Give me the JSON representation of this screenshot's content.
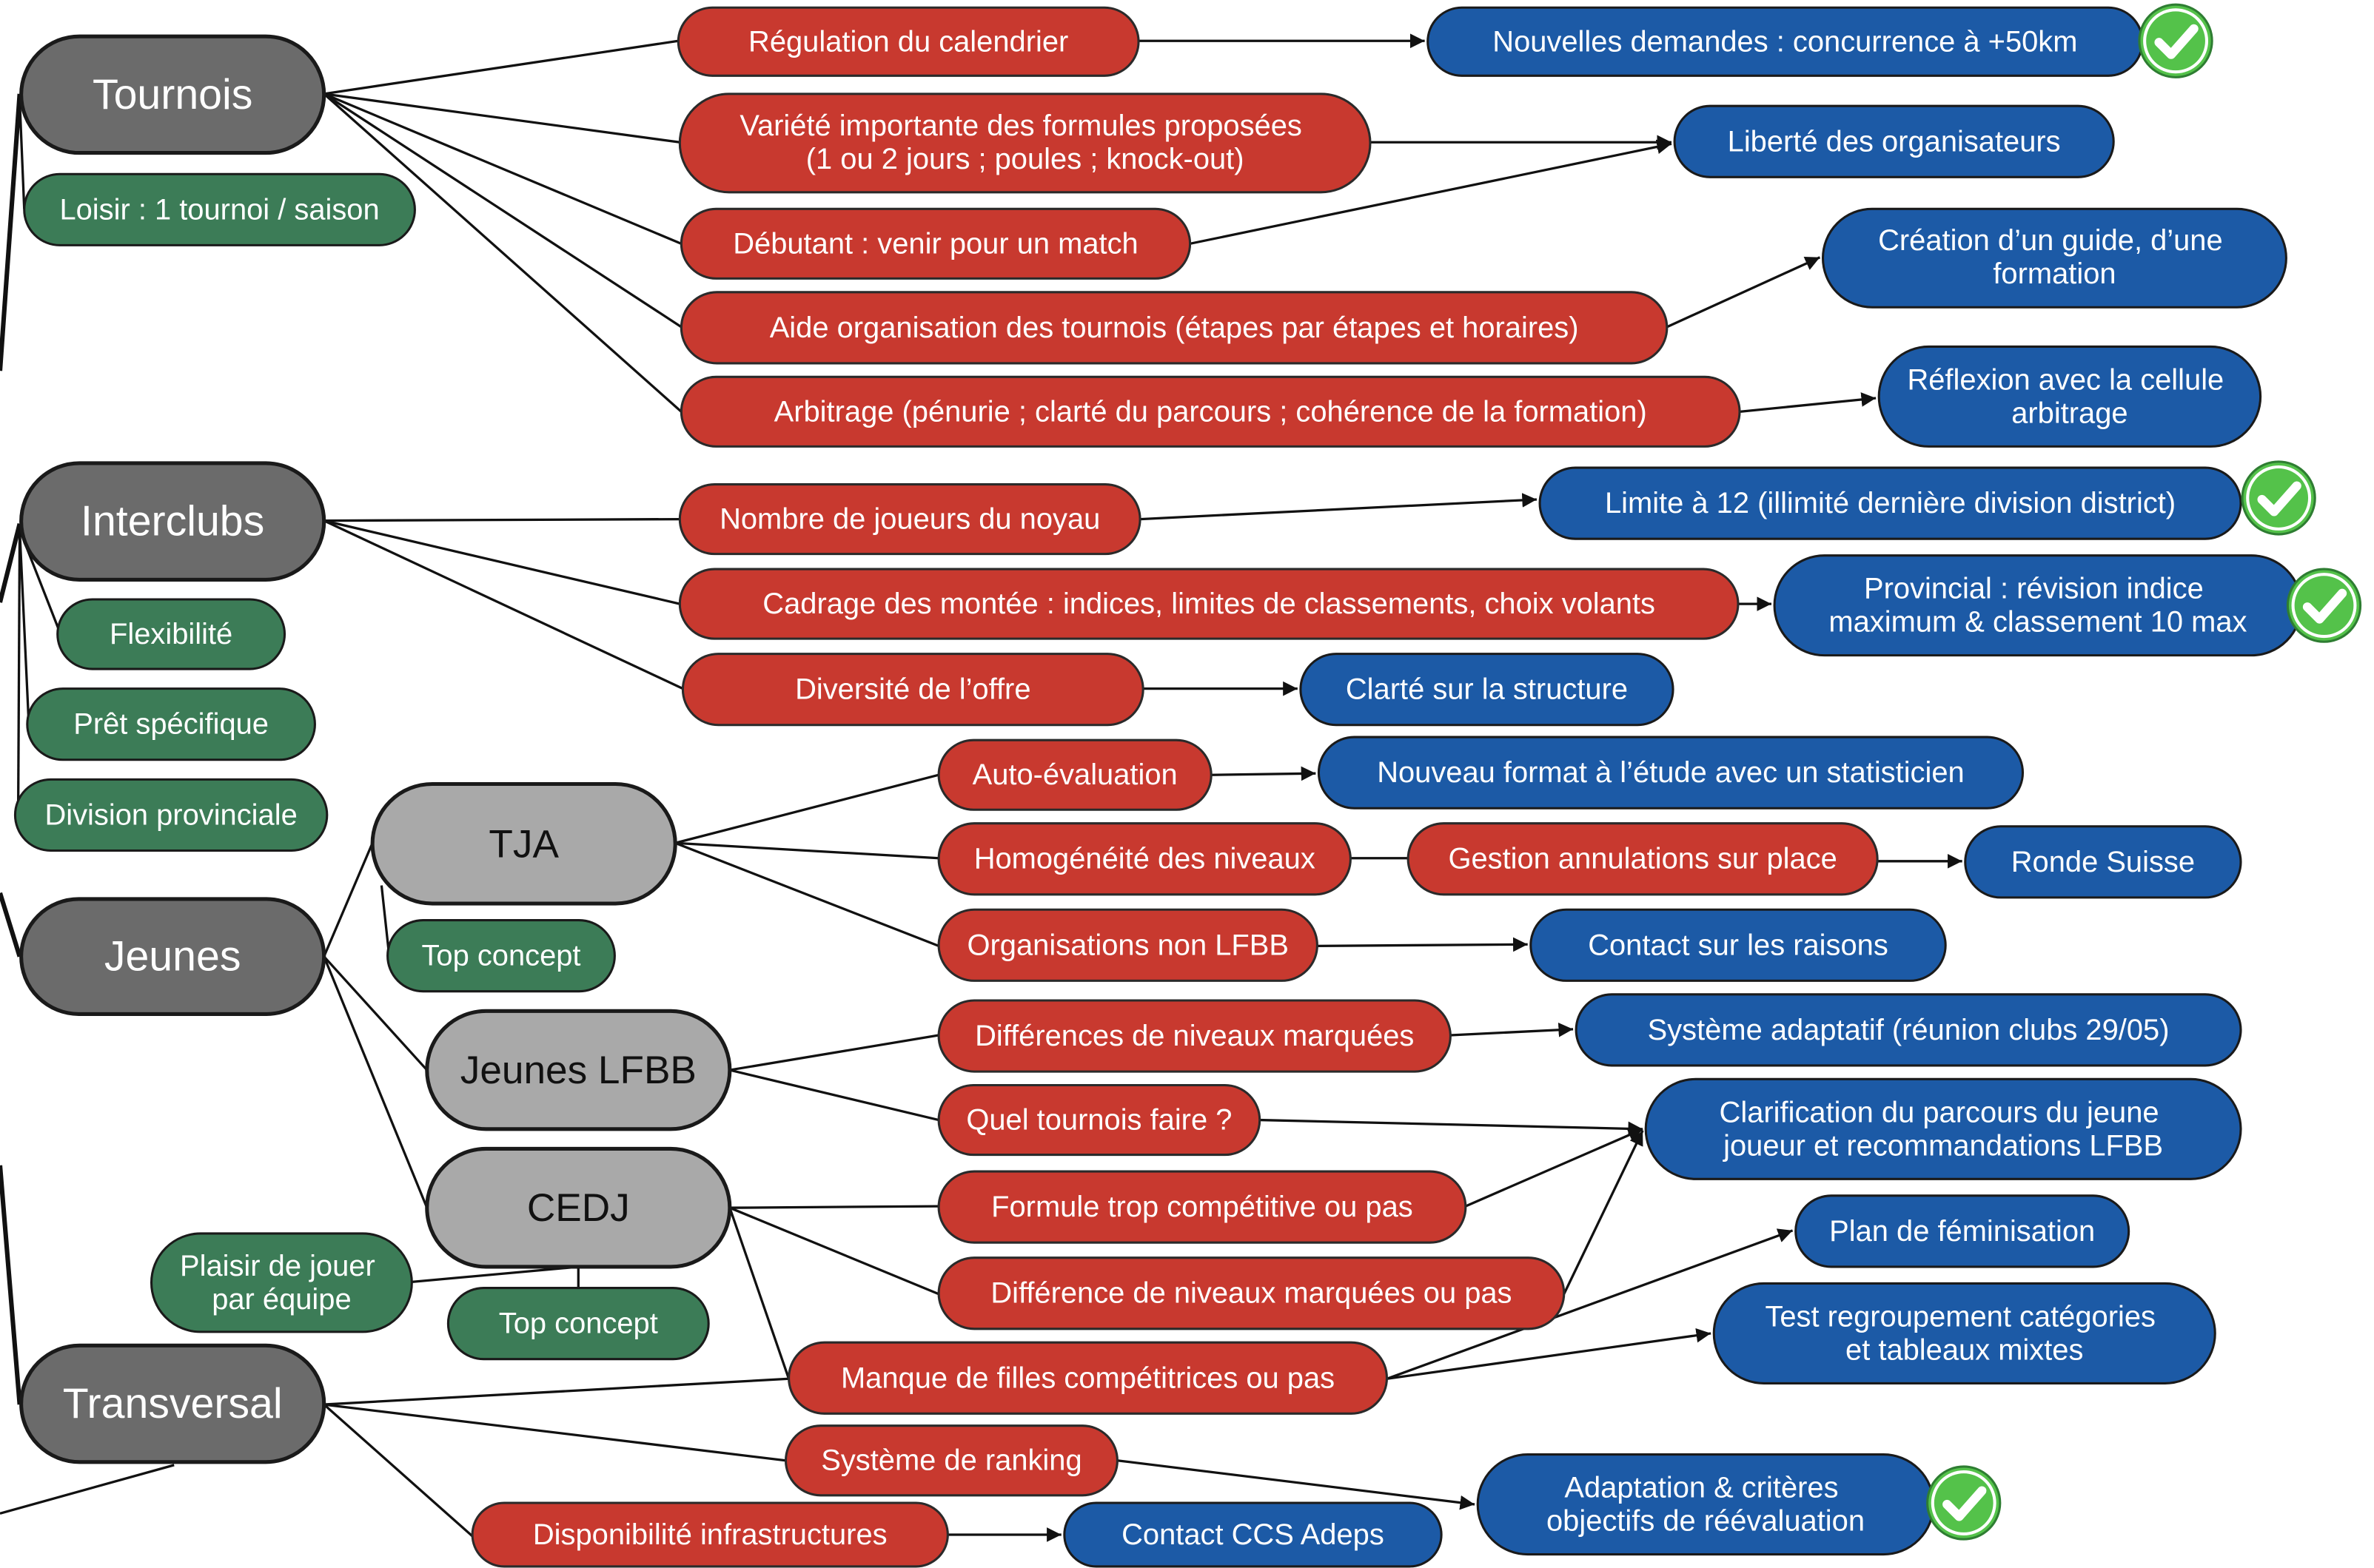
{
  "colors": {
    "category": "#6b6b6b",
    "subcategory": "#a9a9a9",
    "issue": "#c8392f",
    "action": "#1c5aa6",
    "note": "#3c7c57",
    "validated": "#54c24a"
  },
  "icons": {
    "validated": "check-circle-icon"
  },
  "categories": {
    "tournois": "Tournois",
    "interclubs": "Interclubs",
    "jeunes": "Jeunes",
    "transversal": "Transversal"
  },
  "subcategories": {
    "tja": "TJA",
    "jeunes_lfbb": "Jeunes LFBB",
    "cedj": "CEDJ"
  },
  "notes": {
    "loisir": [
      "Loisir : 1 tournoi / saison"
    ],
    "flexibilite": [
      "Flexibilité"
    ],
    "pret_specifique": [
      "Prêt spécifique"
    ],
    "division_provinciale": [
      "Division provinciale"
    ],
    "tja_top_concept": [
      "Top concept"
    ],
    "plaisir_de_jouer": [
      "Plaisir de jouer",
      "par équipe"
    ],
    "cedj_top_concept": [
      "Top concept"
    ]
  },
  "issues": {
    "regulation": [
      "Régulation du calendrier"
    ],
    "variete": [
      "Variété importante des formules proposées",
      "(1 ou 2 jours ; poules ; knock-out)"
    ],
    "debutant": [
      "Débutant : venir pour un match"
    ],
    "aide_organisation": [
      "Aide organisation des tournois (étapes par étapes et horaires)"
    ],
    "arbitrage": [
      "Arbitrage (pénurie ; clarté du parcours ; cohérence de la formation)"
    ],
    "nombre_joueurs": [
      "Nombre de joueurs du noyau"
    ],
    "cadrage": [
      "Cadrage des montée : indices, limites de classements, choix volants"
    ],
    "diversite": [
      "Diversité de l’offre"
    ],
    "auto_evaluation": [
      "Auto-évaluation"
    ],
    "homogeneite": [
      "Homogénéité des niveaux"
    ],
    "gestion_annulations": [
      "Gestion annulations sur place"
    ],
    "organisations_non_lfbb": [
      "Organisations non LFBB"
    ],
    "differences_niveaux": [
      "Différences de niveaux marquées"
    ],
    "quel_tournois": [
      "Quel tournois faire ?"
    ],
    "formule": [
      "Formule trop compétitive ou pas"
    ],
    "difference_niveaux_cedj": [
      "Différence de niveaux marquées ou pas"
    ],
    "manque_filles": [
      "Manque de filles compétitrices ou pas"
    ],
    "ranking": [
      "Système de ranking"
    ],
    "infrastructures": [
      "Disponibilité infrastructures"
    ]
  },
  "actions": {
    "nouvelles_demandes": {
      "lines": [
        "Nouvelles demandes : concurrence à +50km"
      ],
      "done": true
    },
    "liberte": {
      "lines": [
        "Liberté des organisateurs"
      ],
      "done": false
    },
    "guide": {
      "lines": [
        "Création d’un guide, d’une",
        "formation"
      ],
      "done": false
    },
    "reflexion": {
      "lines": [
        "Réflexion avec la cellule",
        "arbitrage"
      ],
      "done": false
    },
    "limite": {
      "lines": [
        "Limite à 12 (illimité dernière division district)"
      ],
      "done": true
    },
    "provincial": {
      "lines": [
        "Provincial : révision indice",
        "maximum & classement 10 max"
      ],
      "done": true
    },
    "clarte": {
      "lines": [
        "Clarté sur la structure"
      ],
      "done": false
    },
    "nouveau_format": {
      "lines": [
        "Nouveau format à l’étude avec un statisticien"
      ],
      "done": false
    },
    "ronde_suisse": {
      "lines": [
        "Ronde Suisse"
      ],
      "done": false
    },
    "contact_raisons": {
      "lines": [
        "Contact sur les raisons"
      ],
      "done": false
    },
    "systeme_adaptatif": {
      "lines": [
        "Système adaptatif (réunion clubs 29/05)"
      ],
      "done": false
    },
    "clarification": {
      "lines": [
        "Clarification du parcours du jeune",
        "joueur et recommandations LFBB"
      ],
      "done": false
    },
    "plan_feminisation": {
      "lines": [
        "Plan de féminisation"
      ],
      "done": false
    },
    "test_regroupement": {
      "lines": [
        "Test regroupement catégories",
        "et tableaux mixtes"
      ],
      "done": false
    },
    "adaptation": {
      "lines": [
        "Adaptation & critères",
        "objectifs de réévaluation"
      ],
      "done": true
    },
    "contact_ccs": {
      "lines": [
        "Contact CCS Adeps"
      ],
      "done": false
    }
  }
}
